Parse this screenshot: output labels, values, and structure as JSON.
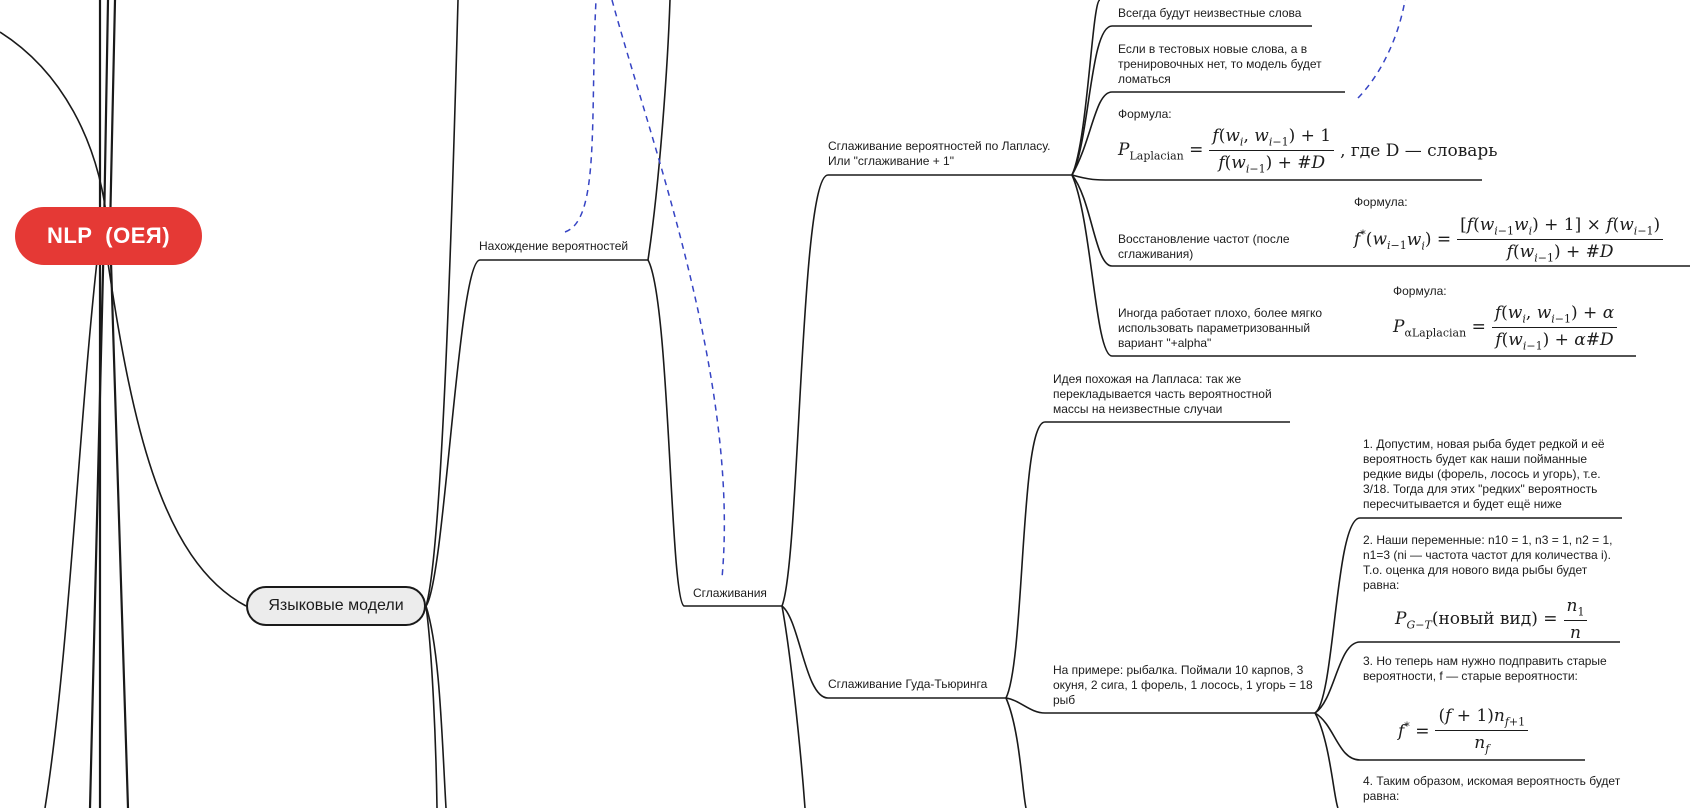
{
  "root": {
    "label": "NLP  (ОЕЯ)",
    "color": "#e53935"
  },
  "main_topic": {
    "label": "Языковые модели"
  },
  "nodes": {
    "finding_probs": "Нахождение вероятностей",
    "smoothing": "Сглаживания",
    "laplace": "Сглаживание вероятностей по Лапласу. Или \"сглаживание + 1\"",
    "good_turing": "Сглаживание Гуда-Тьюринга"
  },
  "laplace_children": {
    "unknown_words": "Всегда будут неизвестные слова",
    "test_new_words": "Если в тестовых новые слова, а в тренировочных нет, то модель будет ломаться",
    "formula_label_1": "Формула:",
    "formula_1_suffix": ", где D — словарь",
    "restore_freq": "Восстановление частот (после сглаживания)",
    "formula_label_2": "Формула:",
    "sometimes_bad": "Иногда работает плохо, более мягко использовать параметризованный вариант \"+alpha\"",
    "formula_label_3": "Формула:"
  },
  "good_turing_children": {
    "idea": "Идея похожая на Лапласа: так же перекладывается часть вероятностной массы на неизвестные случаи",
    "example": "На примере: рыбалка. Поймали 10 карпов, 3 окуня, 2 сига, 1 форель, 1 лосось, 1 угорь = 18 рыб",
    "step1": "1. Допустим, новая рыба будет редкой и её вероятность будет как наши пойманные редкие виды (форель, лосось и угорь), т.е. 3/18. Тогда для этих \"редких\" вероятность пересчитывается и будет ещё ниже",
    "step2": "2. Наши переменные: n10 = 1, n3 = 1, n2 = 1, n1=3 (ni — частота частот для количества i). Т.о. оценка для нового вида рыбы будет равна:",
    "step2_formula_text": "(новый вид)",
    "step3": "3. Но теперь нам нужно подправить старые вероятности, f — старые вероятности:",
    "step4": "4. Таким образом, искомая вероятность будет равна:"
  },
  "colors": {
    "lines": "#1a1a1a",
    "dashed_link": "#3644c4",
    "topic_fill": "#ececec"
  }
}
